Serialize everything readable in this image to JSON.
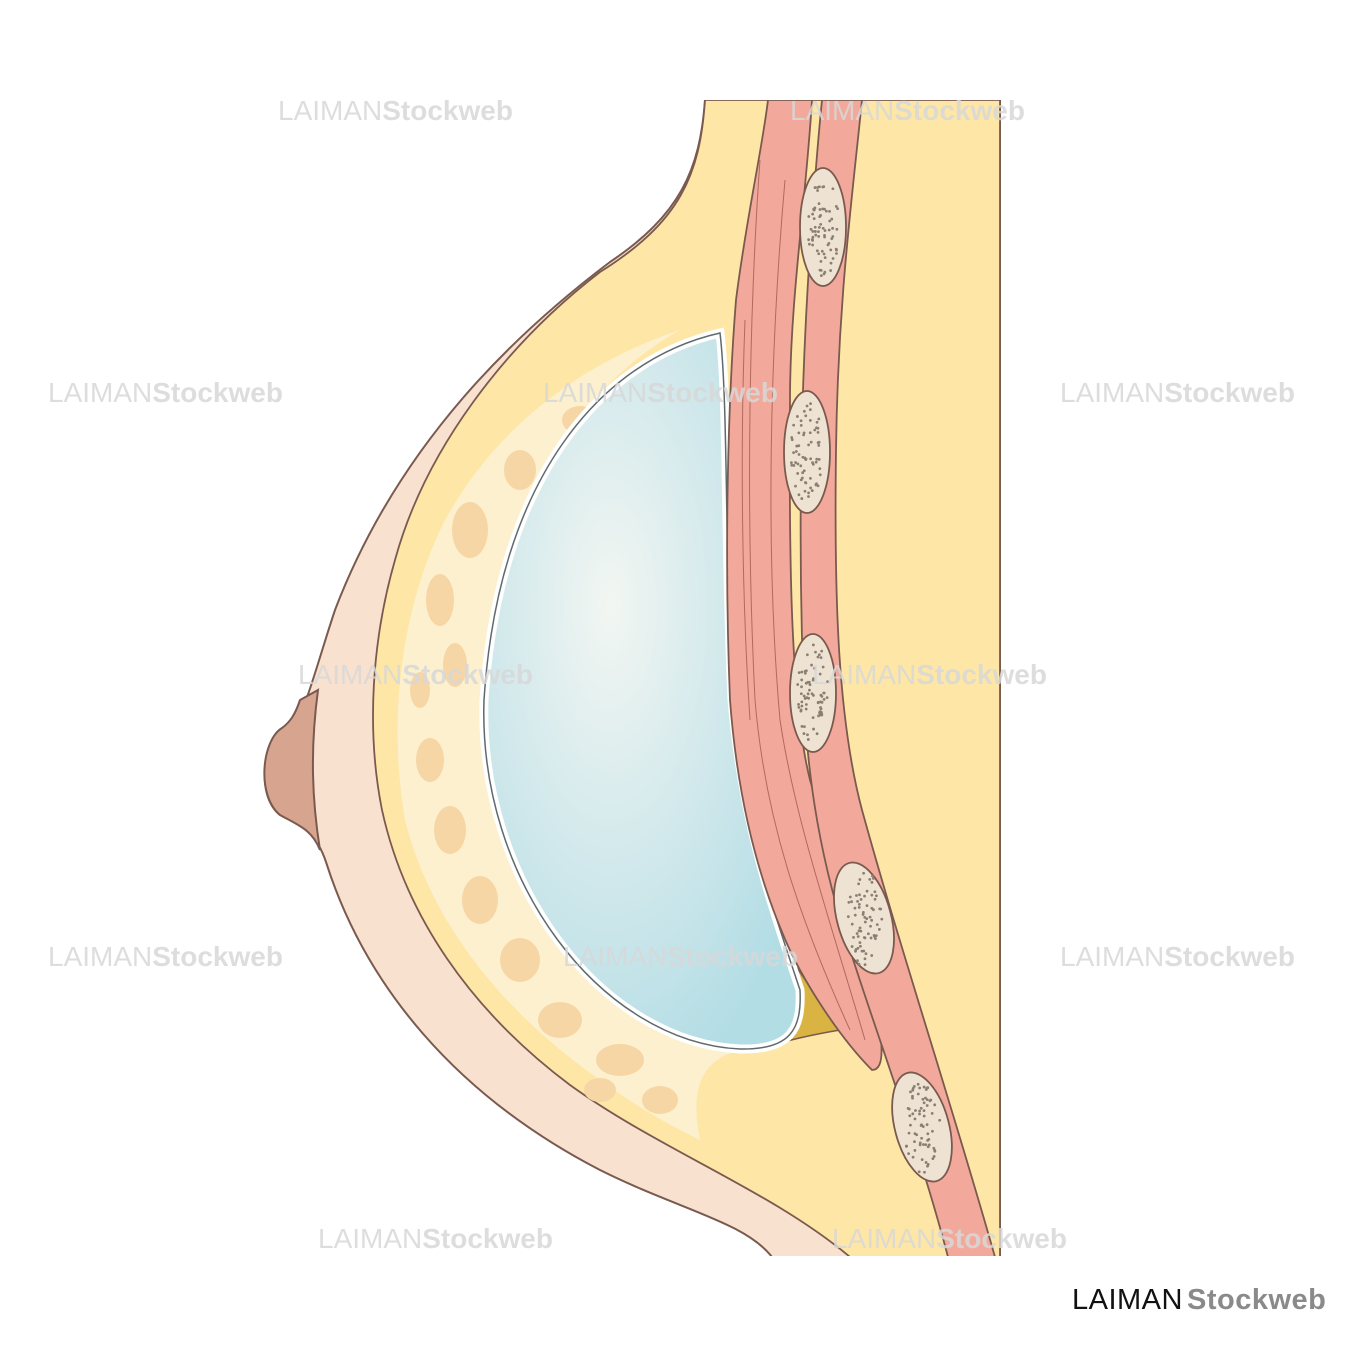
{
  "watermark": {
    "part1": "LAIMAN",
    "part2": "Stockweb"
  },
  "logo": {
    "part1": "LAIMAN",
    "part2": "Stockweb"
  },
  "colors": {
    "skin": "#f9e1cf",
    "outline": "#7a5a4f",
    "fat": "#fde6a6",
    "gland_network": "#fdf0cf",
    "gland_lobules": "#f7d6a5",
    "implant_center": "#f2f6f2",
    "implant_edge": "#b3dde5",
    "muscle": "#f2a99b",
    "rib": "#eee3d2",
    "nipple": "#d7a58f",
    "mustard": "#d9b442"
  }
}
